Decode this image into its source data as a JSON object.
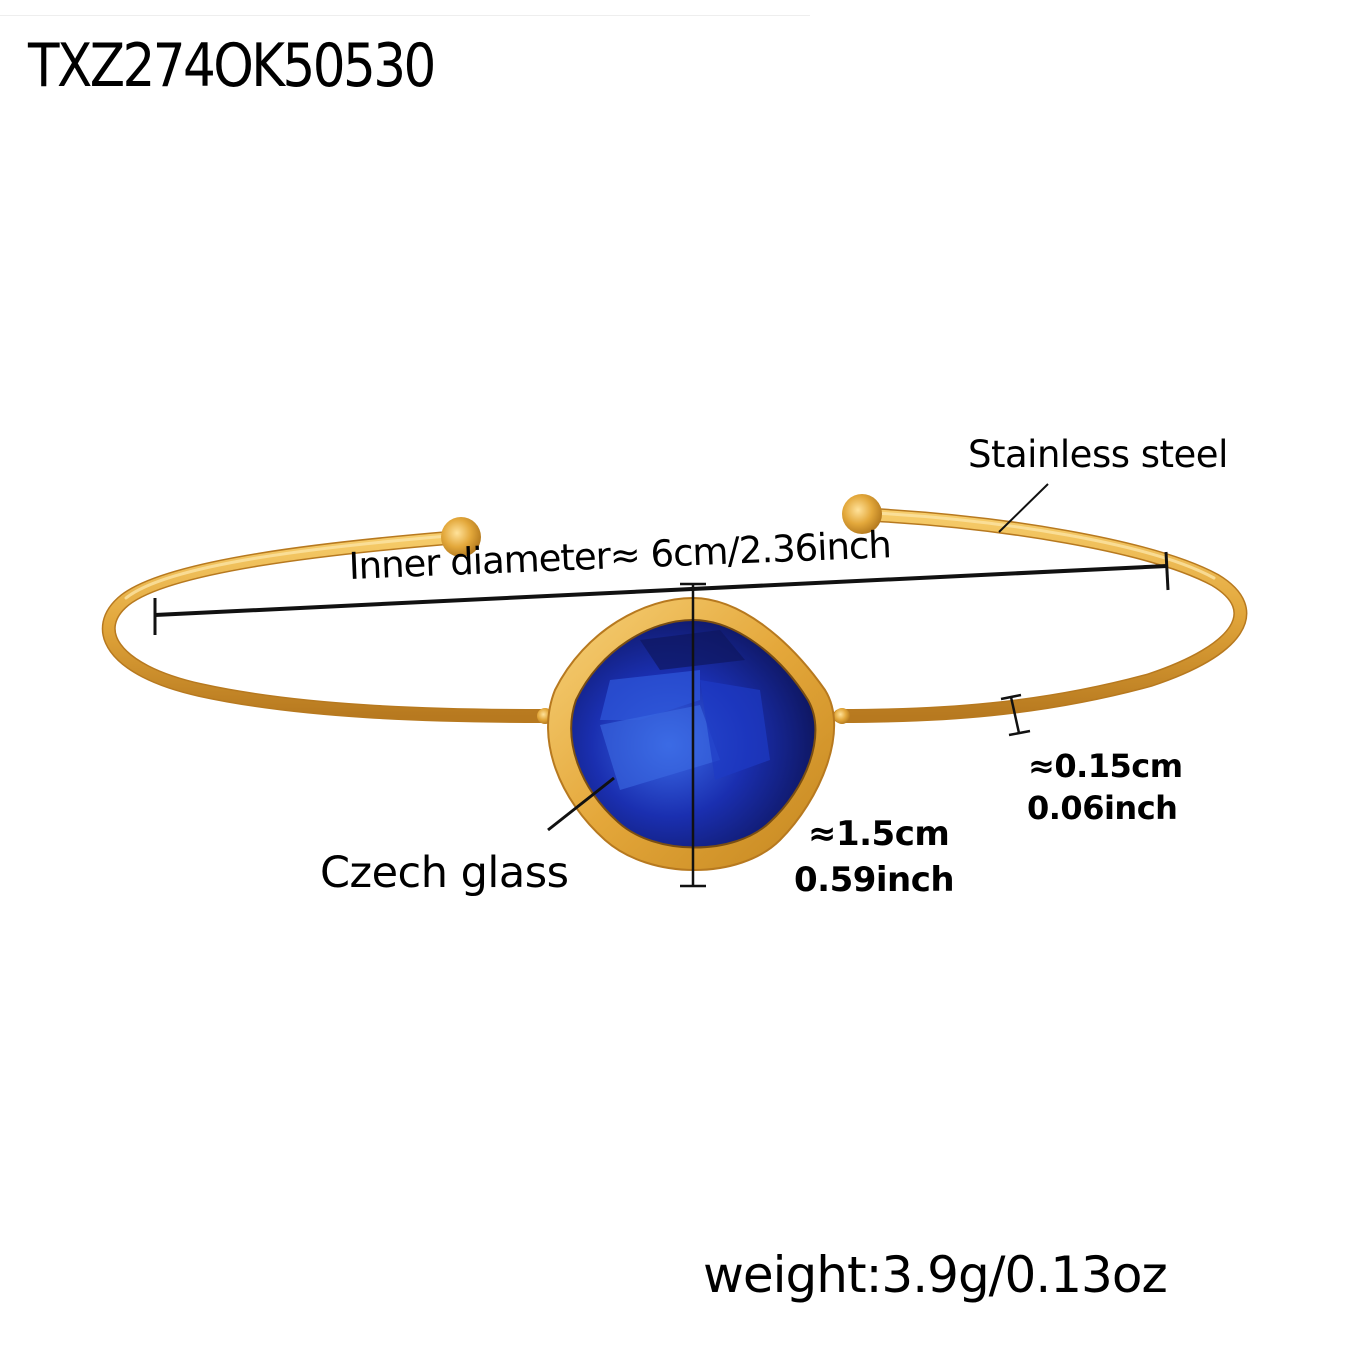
{
  "product": {
    "sku": "TXZ274OK50530",
    "weight": "weight:3.9g/0.13oz"
  },
  "annotations": {
    "material_band": "Stainless steel",
    "material_stone": "Czech glass",
    "inner_diameter": "Inner diameter≈ 6cm/2.36inch",
    "wire_thickness_cm": "≈0.15cm",
    "wire_thickness_inch": "0.06inch",
    "stone_size_cm": "≈1.5cm",
    "stone_size_inch": "0.59inch"
  },
  "colors": {
    "gold": "#E2A73A",
    "gold_dark": "#B7791F",
    "gold_light": "#F7CF6F",
    "stone_blue": "#1A2FB0",
    "stone_dark": "#0B0F4A",
    "line": "#111111"
  }
}
